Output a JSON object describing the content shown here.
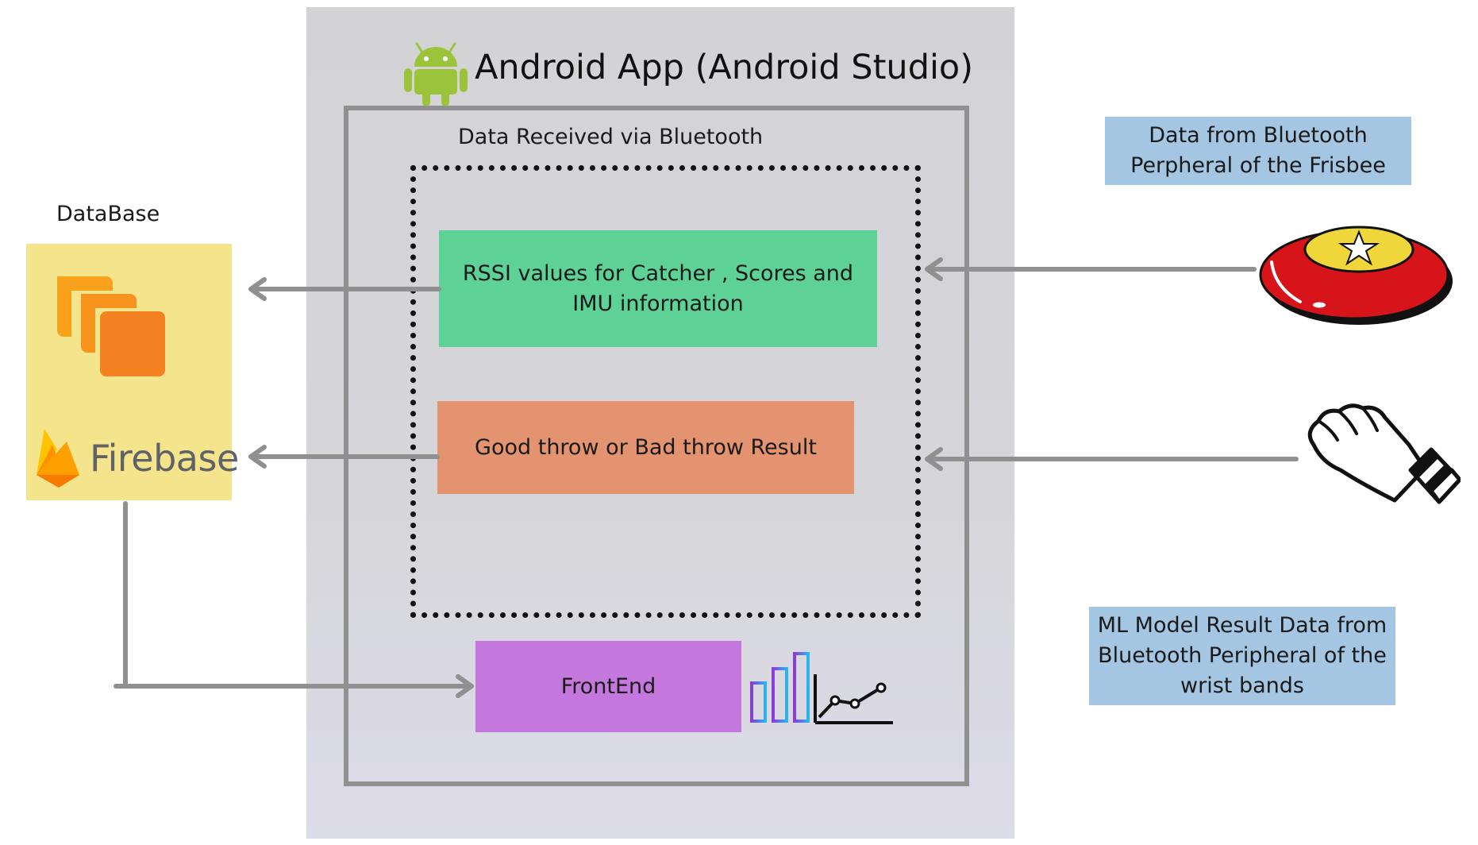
{
  "app": {
    "title": "Android App (Android Studio)",
    "received_label": "Data Received  via Bluetooth"
  },
  "boxes": {
    "rssi": "RSSI values for Catcher , Scores and IMU information",
    "throw_result": "Good throw or Bad throw Result",
    "frontend": "FrontEnd"
  },
  "database": {
    "label": "DataBase",
    "brand": "Firebase"
  },
  "notes": {
    "frisbee": "Data from Bluetooth Perpheral of the Frisbee",
    "wrist": "ML Model Result Data from Bluetooth Peripheral of the wrist bands"
  },
  "colors": {
    "rssi_box": "#5dd196",
    "throw_box": "#e39370",
    "frontend_box": "#c477dc",
    "note_box": "#a4c6e2",
    "firebase_card": "#f4e48b",
    "connector": "#909090",
    "android_green": "#9bc43b"
  },
  "icons": [
    "android-icon",
    "firebase-stack-icon",
    "firebase-flame-icon",
    "frisbee-icon",
    "wristband-hand-icon",
    "chart-icon"
  ]
}
